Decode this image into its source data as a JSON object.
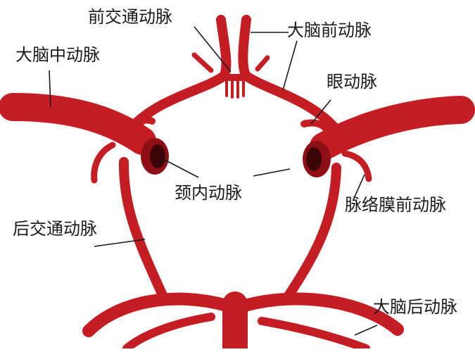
{
  "diagram": {
    "labels": {
      "anterior_communicating": "前交通动脉",
      "anterior_cerebral": "大脑前动脉",
      "middle_cerebral": "大脑中动脉",
      "ophthalmic": "眼动脉",
      "internal_carotid": "颈内动脉",
      "anterior_choroidal": "脉络膜前动脉",
      "posterior_communicating": "后交通动脉",
      "posterior_cerebral": "大脑后动脉"
    },
    "colors": {
      "artery": "#c41e24",
      "artery_dark": "#8e1016",
      "lumen": "#3b0507",
      "leader_line": "#1a1a1a",
      "background": "#ffffff"
    }
  }
}
